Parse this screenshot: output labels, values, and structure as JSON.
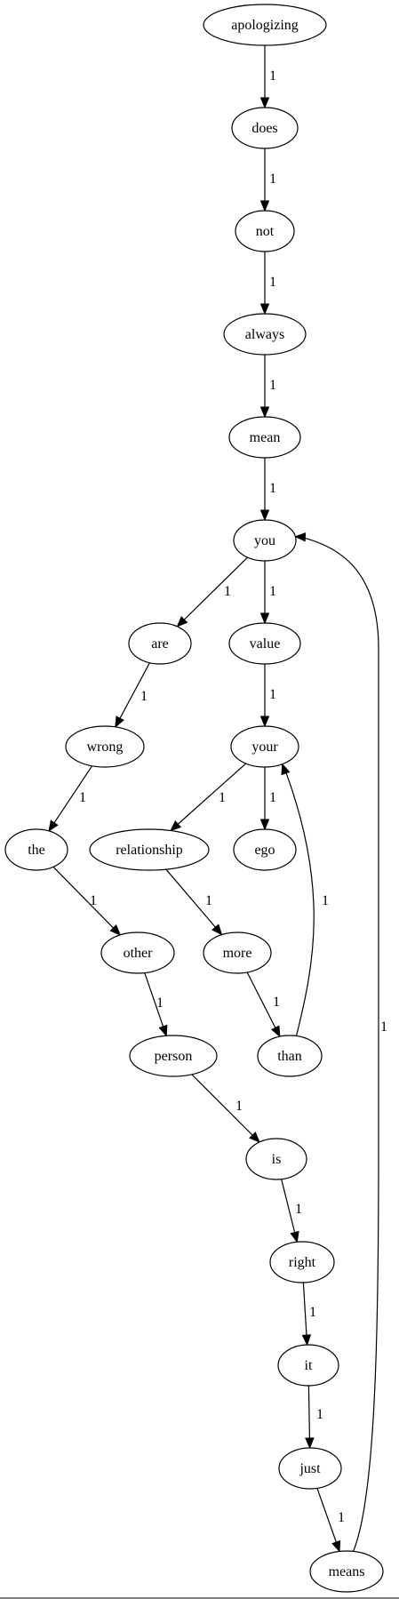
{
  "graph": {
    "nodes": [
      {
        "id": "apologizing",
        "label": "apologizing"
      },
      {
        "id": "does",
        "label": "does"
      },
      {
        "id": "not",
        "label": "not"
      },
      {
        "id": "always",
        "label": "always"
      },
      {
        "id": "mean",
        "label": "mean"
      },
      {
        "id": "you",
        "label": "you"
      },
      {
        "id": "are",
        "label": "are"
      },
      {
        "id": "value",
        "label": "value"
      },
      {
        "id": "wrong",
        "label": "wrong"
      },
      {
        "id": "your",
        "label": "your"
      },
      {
        "id": "the",
        "label": "the"
      },
      {
        "id": "relationship",
        "label": "relationship"
      },
      {
        "id": "ego",
        "label": "ego"
      },
      {
        "id": "other",
        "label": "other"
      },
      {
        "id": "more",
        "label": "more"
      },
      {
        "id": "person",
        "label": "person"
      },
      {
        "id": "than",
        "label": "than"
      },
      {
        "id": "is",
        "label": "is"
      },
      {
        "id": "right",
        "label": "right"
      },
      {
        "id": "it",
        "label": "it"
      },
      {
        "id": "just",
        "label": "just"
      },
      {
        "id": "means",
        "label": "means"
      }
    ],
    "edges": [
      {
        "from": "apologizing",
        "to": "does",
        "label": "1"
      },
      {
        "from": "does",
        "to": "not",
        "label": "1"
      },
      {
        "from": "not",
        "to": "always",
        "label": "1"
      },
      {
        "from": "always",
        "to": "mean",
        "label": "1"
      },
      {
        "from": "mean",
        "to": "you",
        "label": "1"
      },
      {
        "from": "you",
        "to": "are",
        "label": "1"
      },
      {
        "from": "you",
        "to": "value",
        "label": "1"
      },
      {
        "from": "are",
        "to": "wrong",
        "label": "1"
      },
      {
        "from": "value",
        "to": "your",
        "label": "1"
      },
      {
        "from": "wrong",
        "to": "the",
        "label": "1"
      },
      {
        "from": "your",
        "to": "relationship",
        "label": "1"
      },
      {
        "from": "your",
        "to": "ego",
        "label": "1"
      },
      {
        "from": "the",
        "to": "other",
        "label": "1"
      },
      {
        "from": "relationship",
        "to": "more",
        "label": "1"
      },
      {
        "from": "more",
        "to": "than",
        "label": "1"
      },
      {
        "from": "than",
        "to": "your",
        "label": "1"
      },
      {
        "from": "other",
        "to": "person",
        "label": "1"
      },
      {
        "from": "person",
        "to": "is",
        "label": "1"
      },
      {
        "from": "is",
        "to": "right",
        "label": "1"
      },
      {
        "from": "right",
        "to": "it",
        "label": "1"
      },
      {
        "from": "it",
        "to": "just",
        "label": "1"
      },
      {
        "from": "just",
        "to": "means",
        "label": "1"
      },
      {
        "from": "means",
        "to": "you",
        "label": "1"
      }
    ]
  }
}
